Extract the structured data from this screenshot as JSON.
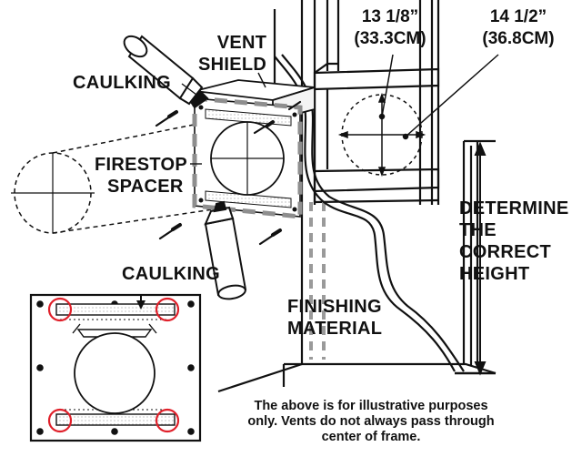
{
  "labels": {
    "caulking_top": "CAULKING",
    "vent_shield_line1": "VENT",
    "vent_shield_line2": "SHIELD",
    "firestop_line1": "FIRESTOP",
    "firestop_line2": "SPACER",
    "caulking_bottom": "CAULKING",
    "finishing_line1": "FINISHING",
    "finishing_line2": "MATERIAL",
    "height_line1": "DETERMINE",
    "height_line2": "THE",
    "height_line3": "CORRECT",
    "height_line4": "HEIGHT"
  },
  "dimensions": {
    "inner_imperial": "13 1/8”",
    "inner_metric": "(33.3CM)",
    "outer_imperial": "14 1/2”",
    "outer_metric": "(36.8CM)"
  },
  "note": {
    "line1": "The above is for illustrative purposes",
    "line2": "only. Vents do not always pass through",
    "line3": "center of frame."
  },
  "colors": {
    "ink": "#111111",
    "highlight_circles": "#e0202a",
    "dashed_gray": "#9a9a9a"
  },
  "icons": [
    "caulking-tube-icon",
    "screw-icon",
    "vent-pipe-outline",
    "flexible-conduit"
  ]
}
